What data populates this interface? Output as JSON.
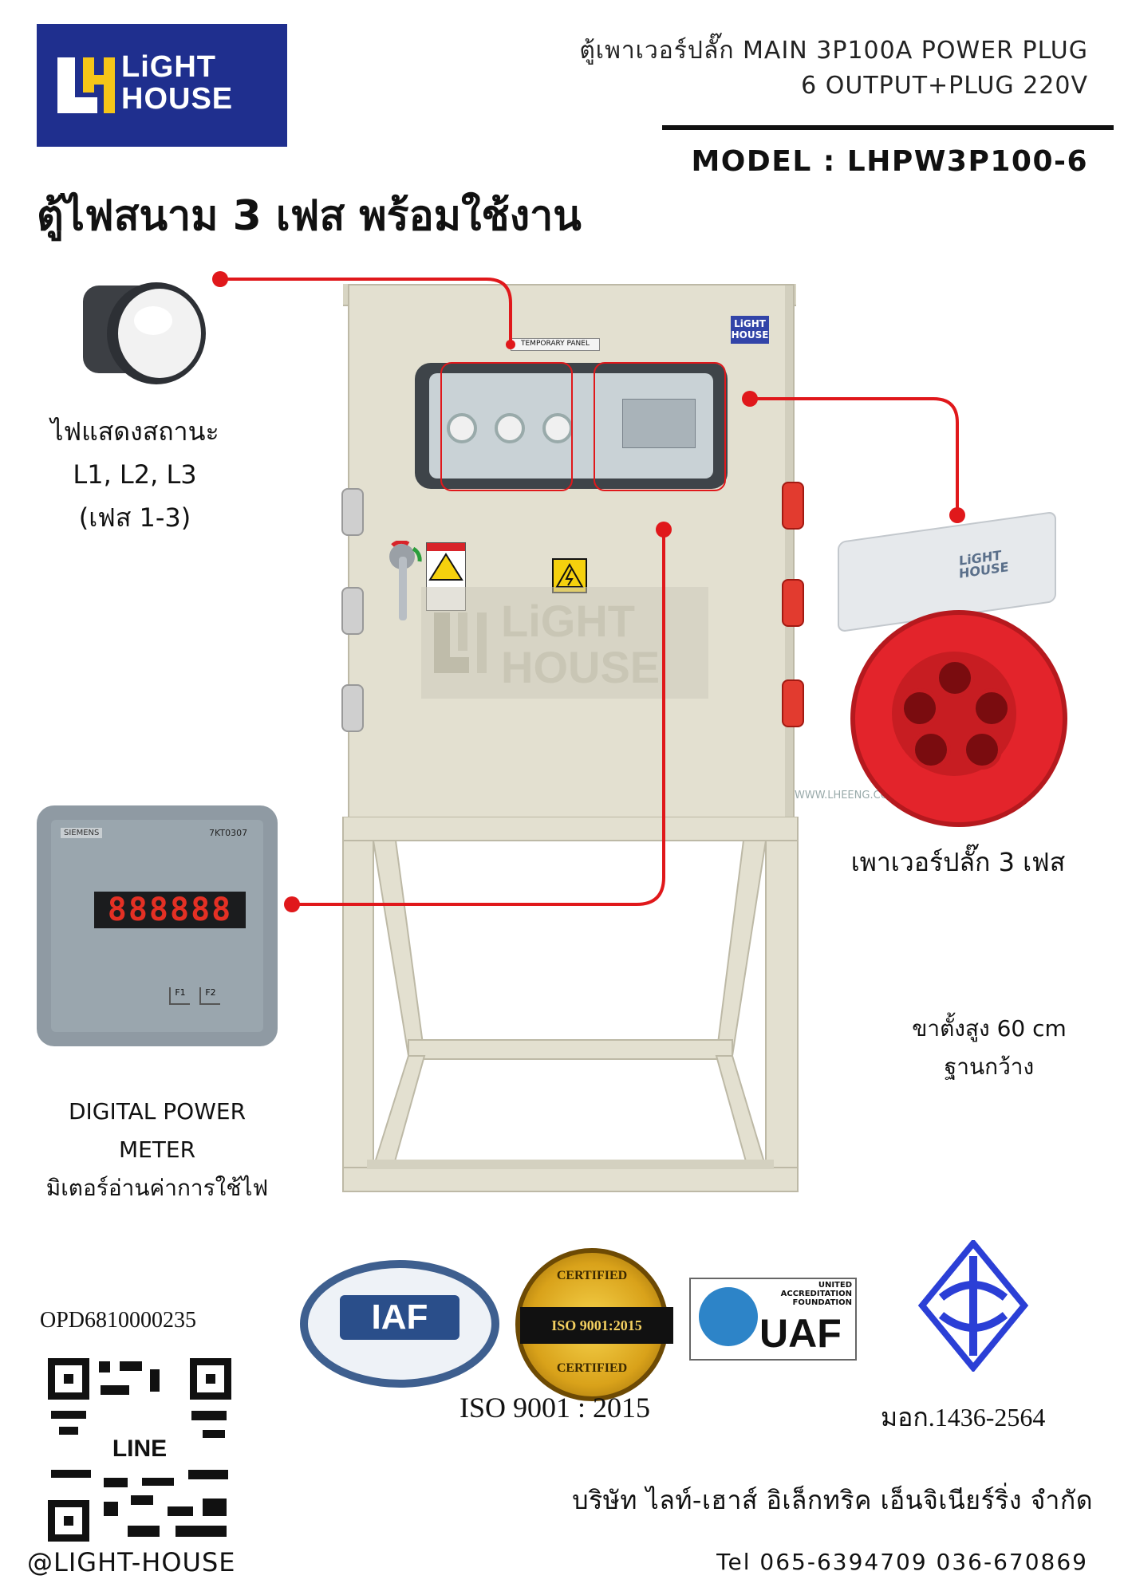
{
  "brand": {
    "line1": "LiGHT",
    "line2": "HOUSE",
    "colors": {
      "navy": "#1f2f8e",
      "gold": "#f5c518",
      "accent_red": "#e0181b"
    }
  },
  "header": {
    "line1": "ตู้เพาเวอร์ปลั๊ก  MAIN 3P100A POWER PLUG",
    "line2": "6 OUTPUT+PLUG 220V",
    "model": "MODEL : LHPW3P100-6",
    "title": "ตู้ไฟสนาม 3 เฟส พร้อมใช้งาน"
  },
  "callouts": {
    "lamp": [
      "ไฟแสดงสถานะ",
      "L1, L2, L3",
      "(เฟส 1-3)"
    ],
    "plug": "เพาเวอร์ปลั๊ก 3 เฟส",
    "stand": [
      "ขาตั้งสูง 60 cm",
      "ฐานกว้าง"
    ],
    "meter": [
      "DIGITAL POWER",
      "METER",
      "มิเตอร์อ่านค่าการใช้ไฟ"
    ]
  },
  "cabinet": {
    "panel_label": "TEMPORARY PANEL",
    "brand_plate": [
      "LiGHT",
      "HOUSE"
    ],
    "watermark": [
      "LiGHT",
      "HOUSE"
    ],
    "website": "WWW.LHEENG.COM"
  },
  "meter": {
    "brand": "SIEMENS",
    "model": "7KT0307",
    "display": "888888",
    "keys": [
      "F1",
      "F2"
    ]
  },
  "plug_cover_brand": [
    "LiGHT",
    "HOUSE"
  ],
  "certs": {
    "iaf": "IAF",
    "iso_seal": [
      "CERTIFIED",
      "ISO 9001:2015",
      "CERTIFIED"
    ],
    "uaf": {
      "small": [
        "UNITED",
        "ACCREDITATION",
        "FOUNDATION"
      ],
      "big": "UAF"
    },
    "iso_caption": "ISO  9001  :  2015",
    "tis_caption": "มอก.1436-2564"
  },
  "contact": {
    "opd": "OPD6810000235",
    "line_label": "LINE",
    "line_id": "@LIGHT-HOUSE",
    "company": "บริษัท ไลท์-เฮาส์ อิเล็กทริค เอ็นจิเนียร์ริ่ง จำกัด",
    "tel": "Tel 065-6394709  036-670869"
  }
}
